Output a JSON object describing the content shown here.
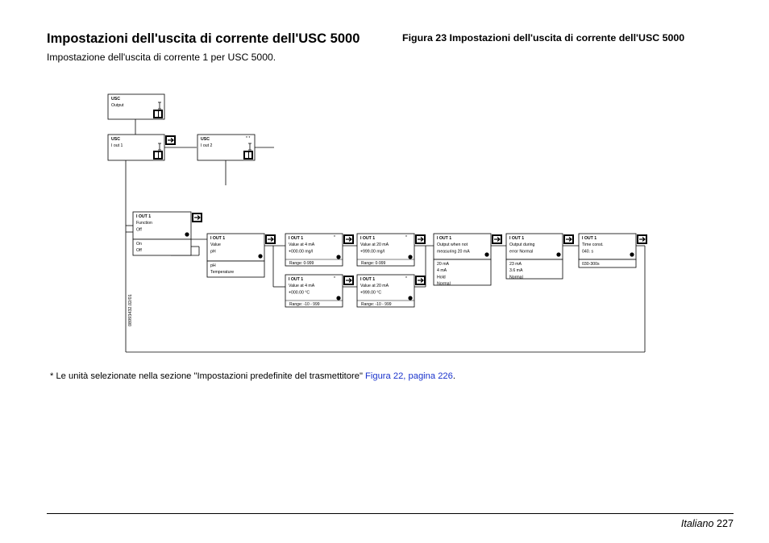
{
  "page": {
    "title": "Impostazioni dell'uscita di corrente dell'USC 5000",
    "subtitle": "Impostazione dell'uscita di corrente 1 per USC 5000.",
    "figure_title": "Figura 23  Impostazioni dell'uscita di corrente dell'USC 5000",
    "footnote_text": "* Le unità selezionate nella sezione \"Impostazioni predefinite del trasmettitore\" ",
    "footnote_link": "Figura 22, pagina 226",
    "footnote_end": ".",
    "footer_language": "Italiano",
    "footer_page": "227"
  },
  "diagram": {
    "code": "08993432.02/01",
    "boxes": [
      {
        "id": "usc-output",
        "lines": [
          "USC",
          "Output"
        ]
      },
      {
        "id": "usc-iout1",
        "lines": [
          "USC",
          "I out 1"
        ]
      },
      {
        "id": "usc-iout2",
        "lines": [
          "USC",
          "I out 2"
        ],
        "mark": "* *"
      },
      {
        "id": "iout1-function",
        "lines": [
          "I OUT 1",
          "Function",
          "Off"
        ]
      },
      {
        "id": "function-options",
        "lines": [
          "On",
          "Off"
        ]
      },
      {
        "id": "iout1-value",
        "lines": [
          "I OUT 1",
          "Value",
          "pH"
        ]
      },
      {
        "id": "value-options",
        "lines": [
          "pH",
          "Temperature"
        ]
      },
      {
        "id": "ph-4ma",
        "lines": [
          "I OUT 1",
          "Value at 4 mA",
          "+000.00 mg/l"
        ],
        "mark": "*",
        "range": "Range: 0-999"
      },
      {
        "id": "ph-20ma",
        "lines": [
          "I OUT 1",
          "Value at 20 mA",
          "+999.00 mg/l"
        ],
        "mark": "*",
        "range": "Range: 0-999"
      },
      {
        "id": "temp-4ma",
        "lines": [
          "I OUT 1",
          "Value at 4 mA",
          "+000.00 °C"
        ],
        "mark": "*",
        "range": "Range: -10 - 999"
      },
      {
        "id": "temp-20ma",
        "lines": [
          "I OUT 1",
          "Value at 20 mA",
          "+999.00 °C"
        ],
        "mark": "*",
        "range": "Range: -10 - 999"
      },
      {
        "id": "not-measuring",
        "lines": [
          "I OUT 1",
          "Output when not",
          "measuring 20 mA"
        ]
      },
      {
        "id": "not-measuring-options",
        "lines": [
          "20 mA",
          "4 mA",
          "Hold",
          "Normal"
        ]
      },
      {
        "id": "during-error",
        "lines": [
          "I OUT 1",
          "Output during",
          "error Normal"
        ]
      },
      {
        "id": "during-error-options",
        "lines": [
          "23 mA",
          "3.6 mA",
          "Normal"
        ]
      },
      {
        "id": "time-const",
        "lines": [
          "I OUT 1",
          "Time const.",
          "040. s"
        ]
      },
      {
        "id": "time-const-range",
        "lines": [
          "030-300s"
        ]
      }
    ]
  }
}
